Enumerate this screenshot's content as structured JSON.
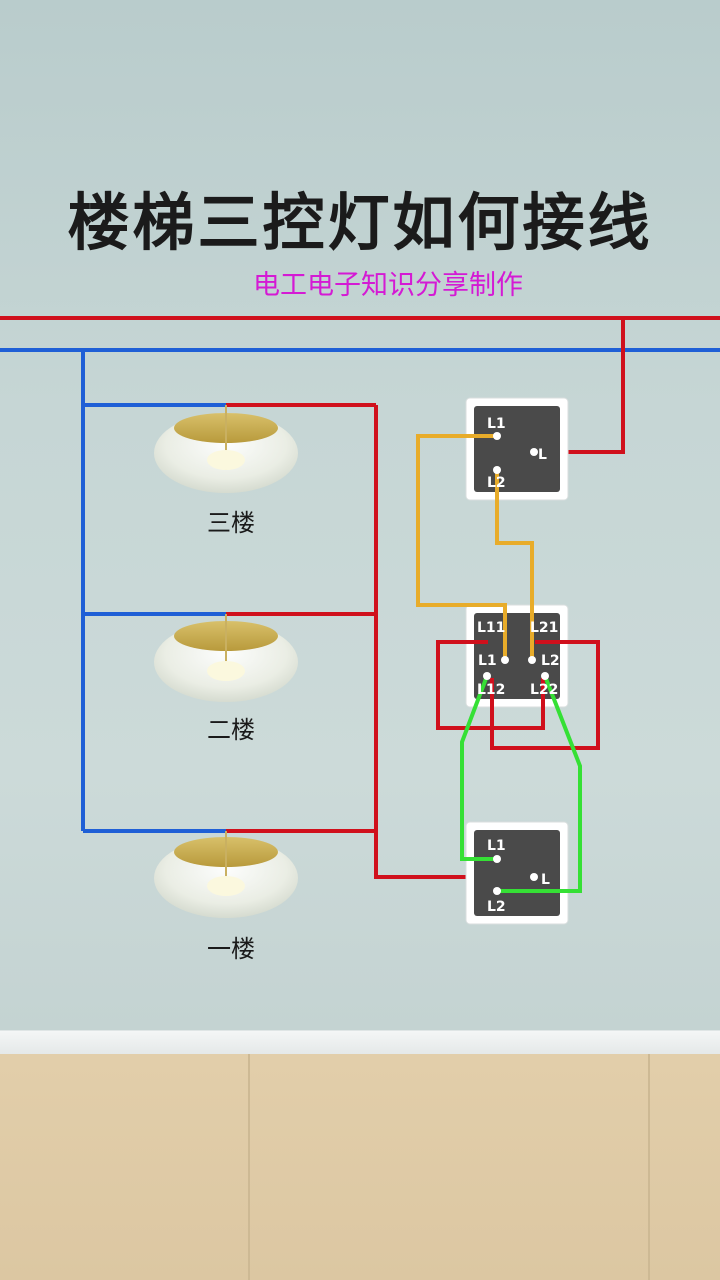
{
  "title": "楼梯三控灯如何接线",
  "subtitle": "电工电子知识分享制作",
  "lamps": [
    {
      "label": "三楼"
    },
    {
      "label": "二楼"
    },
    {
      "label": "一楼"
    }
  ],
  "switches": {
    "top": {
      "terminals": [
        "L1",
        "L",
        "L2"
      ]
    },
    "middle": {
      "terminals": [
        "L11",
        "L21",
        "L1",
        "L2",
        "L12",
        "L22"
      ]
    },
    "bottom": {
      "terminals": [
        "L1",
        "L",
        "L2"
      ]
    }
  },
  "colors": {
    "live": "#d0101c",
    "neutral": "#1f5fd6",
    "traveler_upper": "#e8ac2a",
    "traveler_lower": "#35e035",
    "switch_body": "#4a4a4a"
  }
}
